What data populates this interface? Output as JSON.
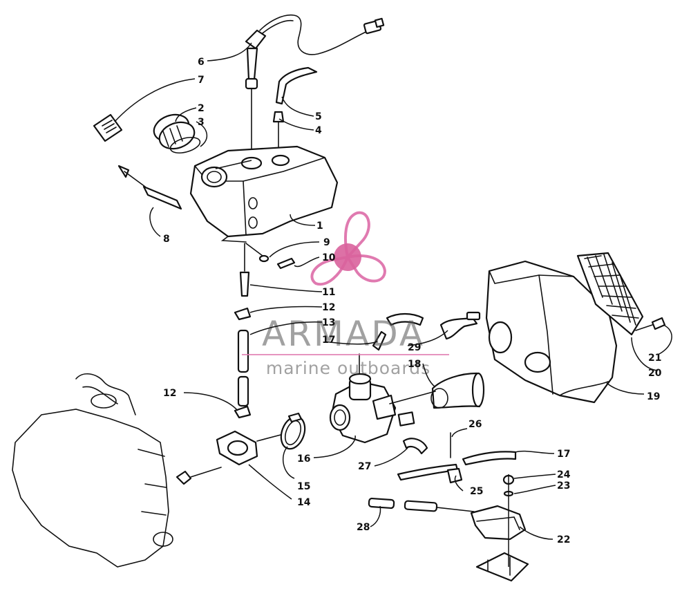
{
  "watermark": {
    "brand": "ARMADA",
    "tagline": "marine outboards",
    "accent_color": "#e07ab0"
  },
  "callouts": {
    "c1": "1",
    "c2": "2",
    "c3": "3",
    "c4": "4",
    "c5": "5",
    "c6": "6",
    "c7": "7",
    "c8": "8",
    "c9": "9",
    "c10": "10",
    "c11": "11",
    "c12a": "12",
    "c12b": "12",
    "c13": "13",
    "c14": "14",
    "c15": "15",
    "c16": "16",
    "c17a": "17",
    "c17b": "17",
    "c18": "18",
    "c19": "19",
    "c20": "20",
    "c21": "21",
    "c22": "22",
    "c23": "23",
    "c24": "24",
    "c25": "25",
    "c26": "26",
    "c27": "27",
    "c28": "28",
    "c29": "29"
  }
}
